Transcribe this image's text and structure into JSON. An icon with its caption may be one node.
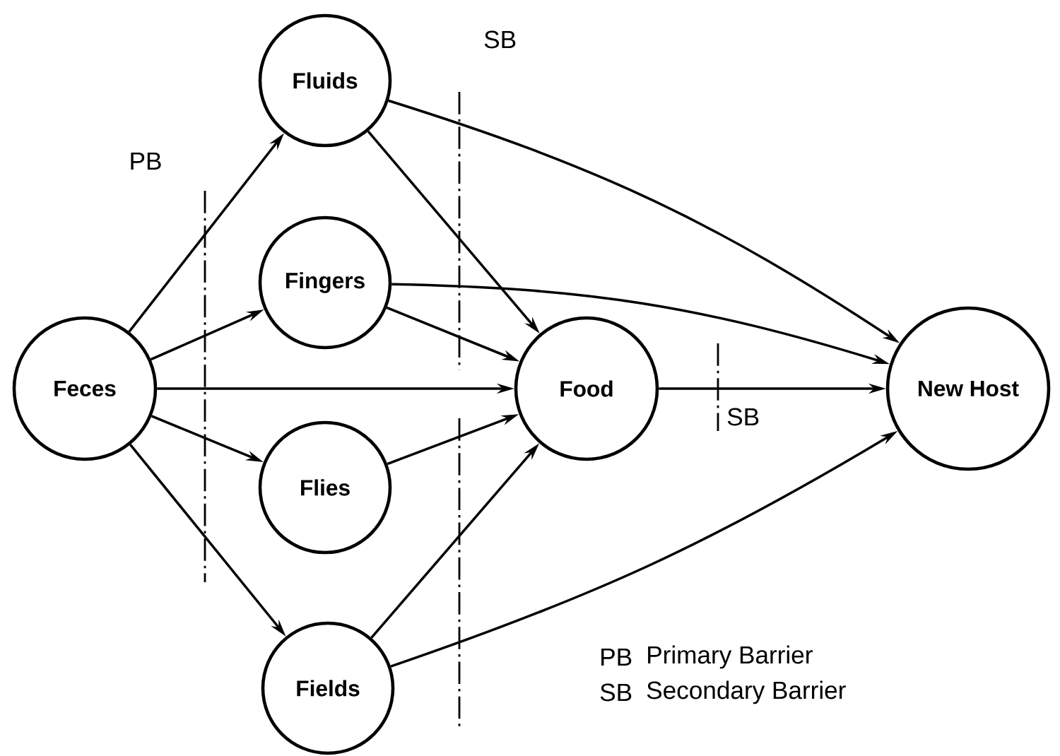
{
  "diagram": {
    "nodes": [
      {
        "text": [
          "Feces"
        ]
      },
      {
        "text": [
          "Fluids"
        ]
      },
      {
        "text": [
          "Fingers"
        ]
      },
      {
        "text": [
          "Flies"
        ]
      },
      {
        "text": [
          "Fields"
        ]
      },
      {
        "text": [
          "Food"
        ]
      },
      {
        "text": [
          "New Host"
        ]
      }
    ],
    "edges": [
      {
        "from": 0,
        "to": 1,
        "arrow": "to"
      },
      {
        "from": 0,
        "to": 2,
        "arrow": "to"
      },
      {
        "from": 0,
        "to": 5,
        "arrow": "to"
      },
      {
        "from": 0,
        "to": 3,
        "arrow": "to"
      },
      {
        "from": 0,
        "to": 4,
        "arrow": "to"
      },
      {
        "from": 1,
        "to": 5,
        "arrow": "to"
      },
      {
        "from": 2,
        "to": 5,
        "arrow": "to"
      },
      {
        "from": 3,
        "to": 5,
        "arrow": "to"
      },
      {
        "from": 4,
        "to": 5,
        "arrow": "to"
      },
      {
        "from": 1,
        "to": 6,
        "arrow": "to"
      },
      {
        "from": 2,
        "to": 6,
        "arrow": "to"
      },
      {
        "from": 5,
        "to": 6,
        "arrow": "to"
      },
      {
        "from": 4,
        "to": 6,
        "arrow": "to"
      }
    ],
    "labels": [
      "SB",
      "PB",
      "SB",
      "PB",
      "Primary Barrier",
      "SB",
      "Secondary Barrier"
    ]
  }
}
